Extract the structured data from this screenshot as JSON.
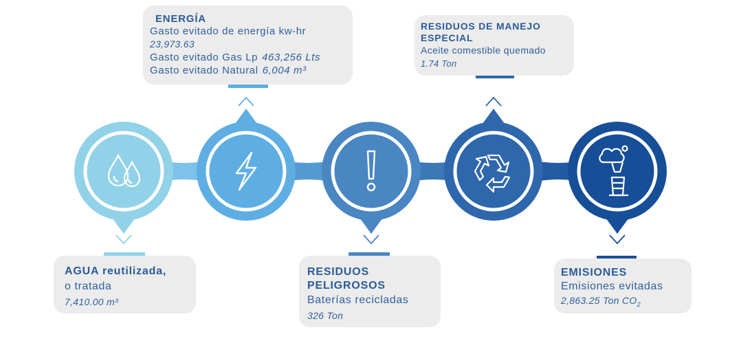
{
  "nodes": [
    {
      "name": "agua",
      "icon": "water-drops-icon",
      "color": "#92d2e8"
    },
    {
      "name": "energia",
      "icon": "lightning-bolt-icon",
      "color": "#5eaee3"
    },
    {
      "name": "peligrosos",
      "icon": "exclamation-icon",
      "color": "#4a86c2"
    },
    {
      "name": "especial",
      "icon": "recycle-icon",
      "color": "#2e67ac"
    },
    {
      "name": "emisiones",
      "icon": "factory-emissions-icon",
      "color": "#174e98"
    }
  ],
  "energia": {
    "title": "ENERGÍA",
    "line1": "Gasto evitado de energía kw-hr",
    "value1": "23,973.63",
    "line2": "Gasto evitado Gas Lp",
    "value2": "463,256 Lts",
    "line3": "Gasto evitado Natural",
    "value3": "6,004 m³"
  },
  "especial": {
    "title1": "RESIDUOS DE MANEJO",
    "title2": "ESPECIAL",
    "line1": "Aceite comestible quemado",
    "value1": "1.74 Ton"
  },
  "agua": {
    "title1": "AGUA reutilizada,",
    "line1": "o tratada",
    "value1": "7,410.00 m³"
  },
  "peligrosos": {
    "title1": "RESIDUOS",
    "title2": "PELIGROSOS",
    "line1": "Baterías recicladas",
    "value1": "326 Ton"
  },
  "emisiones": {
    "title1": "EMISIONES",
    "line1": "Emisiones evitadas",
    "value1": "2,863.25 Ton CO",
    "value1_sub": "2"
  }
}
